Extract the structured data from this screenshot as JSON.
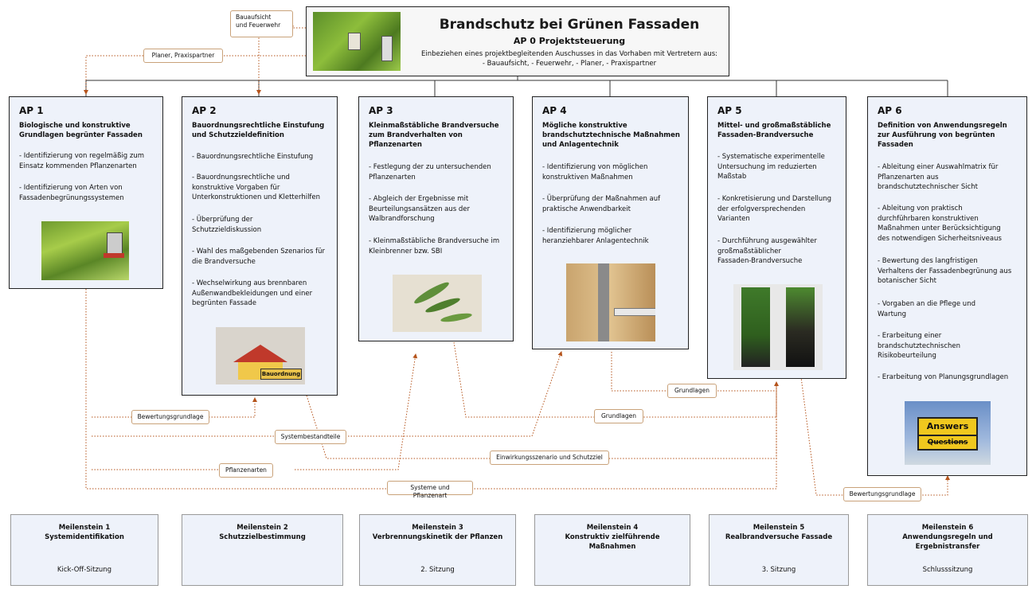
{
  "header": {
    "title": "Brandschutz bei Grünen Fassaden",
    "subtitle": "AP 0 Projektsteuerung",
    "description": "Einbeziehen eines projektbegleitenden Auschusses in das Vorhaben mit Vertretern aus:\n- Bauaufsicht, - Feuerwehr, - Planer, - Praxispartner"
  },
  "side_labels": {
    "bauaufsicht": "Bauaufsicht\nund Feuerwehr",
    "planer": "Planer, Praxispartner"
  },
  "ap": [
    {
      "title": "AP 1",
      "heading": "Biologische und konstruktive\nGrundlagen begrünter Fassaden",
      "items": [
        "- Identifizierung von regelmäßig zum\nEinsatz kommenden Pflanzenarten",
        "- Identifizierung von Arten von\nFassadenbegrünungssystemen"
      ]
    },
    {
      "title": "AP 2",
      "heading": "Bauordnungsrechtliche Einstufung\nund Schutzzieldefinition",
      "items": [
        "- Bauordnungsrechtliche Einstufung",
        "- Bauordnungsrechtliche und\nkonstruktive Vorgaben für\nUnterkonstruktionen und Kletterhilfen",
        "- Überprüfung der\nSchutzzieldiskussion",
        "- Wahl des maßgebenden Szenarios für\ndie Brandversuche",
        "- Wechselwirkung aus brennbaren\nAußenwandbekleidungen und einer\nbegrünten Fassade"
      ],
      "sign": "Bauordnung"
    },
    {
      "title": "AP 3",
      "heading": "Kleinmaßstäbliche Brandversuche\nzum Brandverhalten von\nPflanzenarten",
      "items": [
        "- Festlegung der zu untersuchenden\nPflanzenarten",
        "- Abgleich der Ergebnisse mit\nBeurteilungsansätzen aus der\nWalbrandforschung",
        "- Kleinmaßstäbliche Brandversuche im\nKleinbrenner bzw. SBI"
      ]
    },
    {
      "title": "AP 4",
      "heading": "Mögliche konstruktive\nbrandschutztechnische Maßnahmen\nund Anlagentechnik",
      "items": [
        "- Identifizierung von möglichen\nkonstruktiven Maßnahmen",
        "- Überprüfung der Maßnahmen auf\npraktische Anwendbarkeit",
        "- Identifizierung möglicher\nheranziehbarer Anlagentechnik"
      ]
    },
    {
      "title": "AP 5",
      "heading": "Mittel- und großmaßstäbliche\nFassaden-Brandversuche",
      "items": [
        "- Systematische experimentelle\nUntersuchung im reduzierten\nMaßstab",
        "- Konkretisierung und Darstellung\nder erfolgversprechenden\nVarianten",
        "- Durchführung ausgewählter\ngroßmaßstäblicher\nFassaden-Brandversuche"
      ]
    },
    {
      "title": "AP 6",
      "heading": "Definition von Anwendungsregeln\nzur Ausführung von begrünten\nFassaden",
      "items": [
        "- Ableitung einer Auswahlmatrix für\nPflanzenarten aus\nbrandschutztechnischer Sicht",
        "- Ableitung von praktisch\ndurchführbaren konstruktiven\nMaßnahmen unter Berücksichtigung\ndes notwendigen Sicherheitsniveaus",
        "- Bewertung des langfristigen\nVerhaltens der Fassadenbegrünung aus\nbotanischer Sicht",
        "- Vorgaben an die Pflege und\nWartung",
        "- Erarbeitung einer\nbrandschutztechnischen\nRisikobeurteilung",
        "- Erarbeitung von Planungsgrundlagen"
      ],
      "sign_top": "Answers",
      "sign_bottom": "Questions"
    }
  ],
  "flow_labels": {
    "grundlagen1": "Grundlagen",
    "grundlagen2": "Grundlagen",
    "bewertung1": "Bewertungsgrundlage",
    "systembestandteile": "Systembestandteile",
    "einwirkung": "Einwirkungsszenario und Schutzziel",
    "pflanzenarten": "Pflanzenarten",
    "systeme": "Systeme und Pflanzenart",
    "bewertung2": "Bewertungsgrundlage"
  },
  "milestones": [
    {
      "name": "Meilenstein 1\nSystemidentifikation",
      "session": "Kick-Off-Sitzung"
    },
    {
      "name": "Meilenstein 2\nSchutzzielbestimmung",
      "session": ""
    },
    {
      "name": "Meilenstein 3\nVerbrennungskinetik der Pflanzen",
      "session": "2. Sitzung"
    },
    {
      "name": "Meilenstein 4\nKonstruktiv zielführende\nMaßnahmen",
      "session": ""
    },
    {
      "name": "Meilenstein 5\nRealbrandversuche Fassade",
      "session": "3. Sitzung"
    },
    {
      "name": "Meilenstein 6\nAnwendungsregeln und\nErgebnistransfer",
      "session": "Schlusssitzung"
    }
  ],
  "colors": {
    "box_fill": "#eef2fa",
    "connector": "#b5541c",
    "label_border": "#c9a27a"
  }
}
